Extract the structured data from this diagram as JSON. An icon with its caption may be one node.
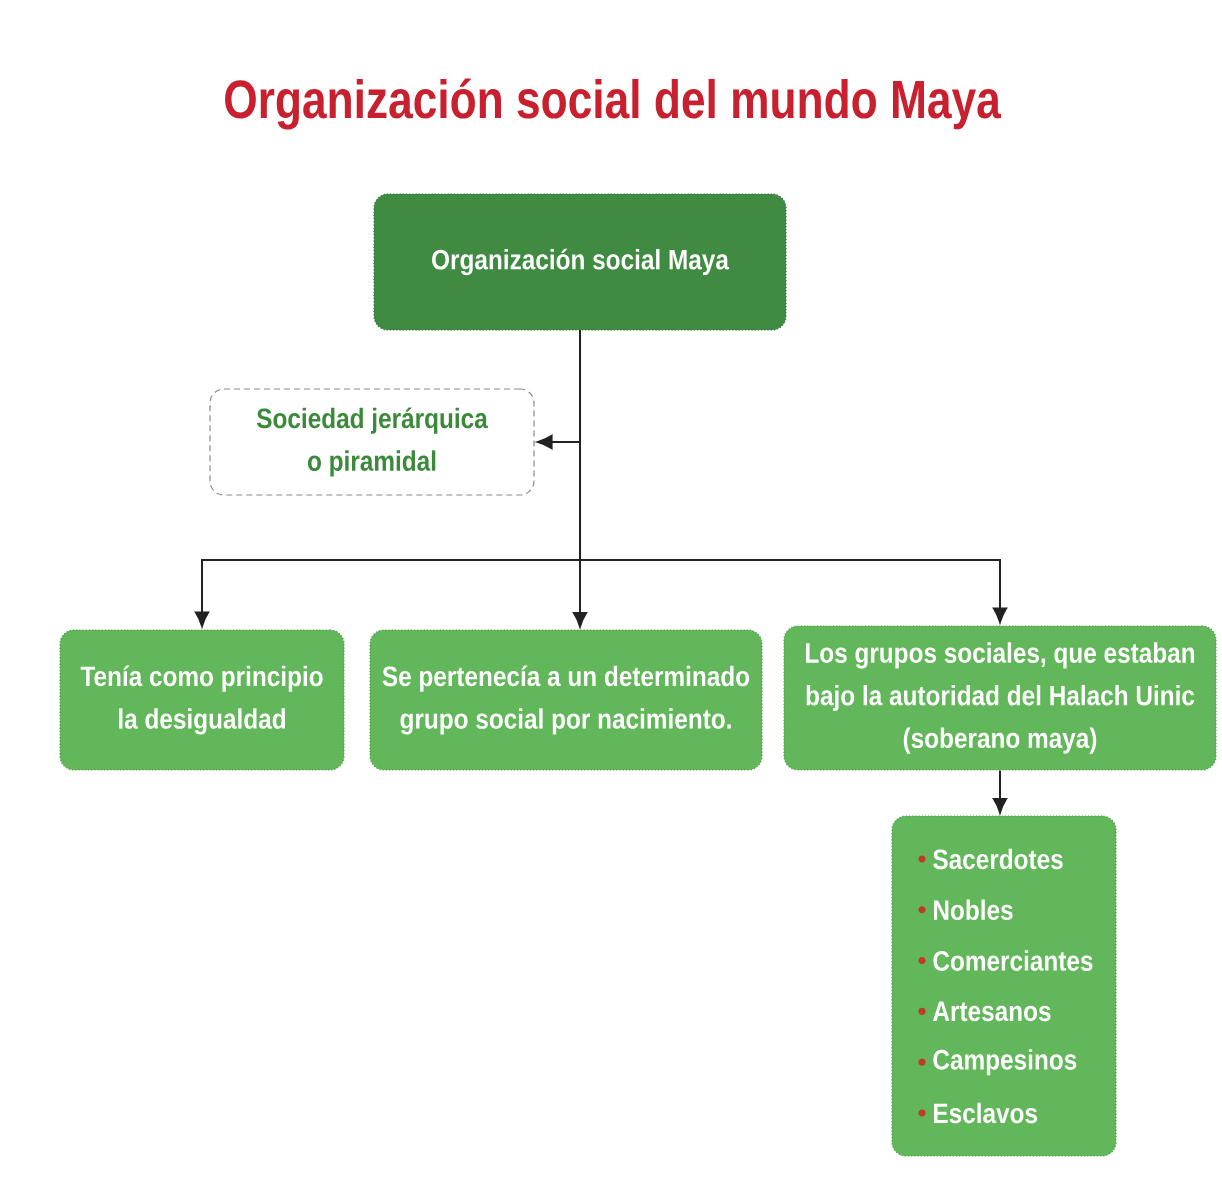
{
  "diagram": {
    "title": "Organización social del mundo Maya",
    "nodes": [
      {
        "text": [
          "Organización social Maya"
        ]
      },
      {
        "text": [
          "Sociedad jerárquica o piramidal"
        ]
      },
      {
        "text": [
          "Tenía como principio la desigualdad"
        ]
      },
      {
        "text": [
          "Se pertenecía a un determinado grupo social por nacimiento."
        ]
      },
      {
        "text": [
          "Los grupos sociales, que estaban bajo la autoridad del Halach Uinic (soberano maya)"
        ]
      },
      {
        "text": [
          "Sacerdotes",
          "Nobles",
          "Comerciantes",
          "Artesanos",
          "Campesinos",
          "Esclavos"
        ]
      }
    ],
    "edges": [
      {
        "from": 0,
        "to": 1,
        "arrow": "to"
      },
      {
        "from": 0,
        "to": 2,
        "arrow": "to"
      },
      {
        "from": 0,
        "to": 3,
        "arrow": "to"
      },
      {
        "from": 0,
        "to": 4,
        "arrow": "to"
      },
      {
        "from": 4,
        "to": 5,
        "arrow": "to"
      }
    ]
  }
}
